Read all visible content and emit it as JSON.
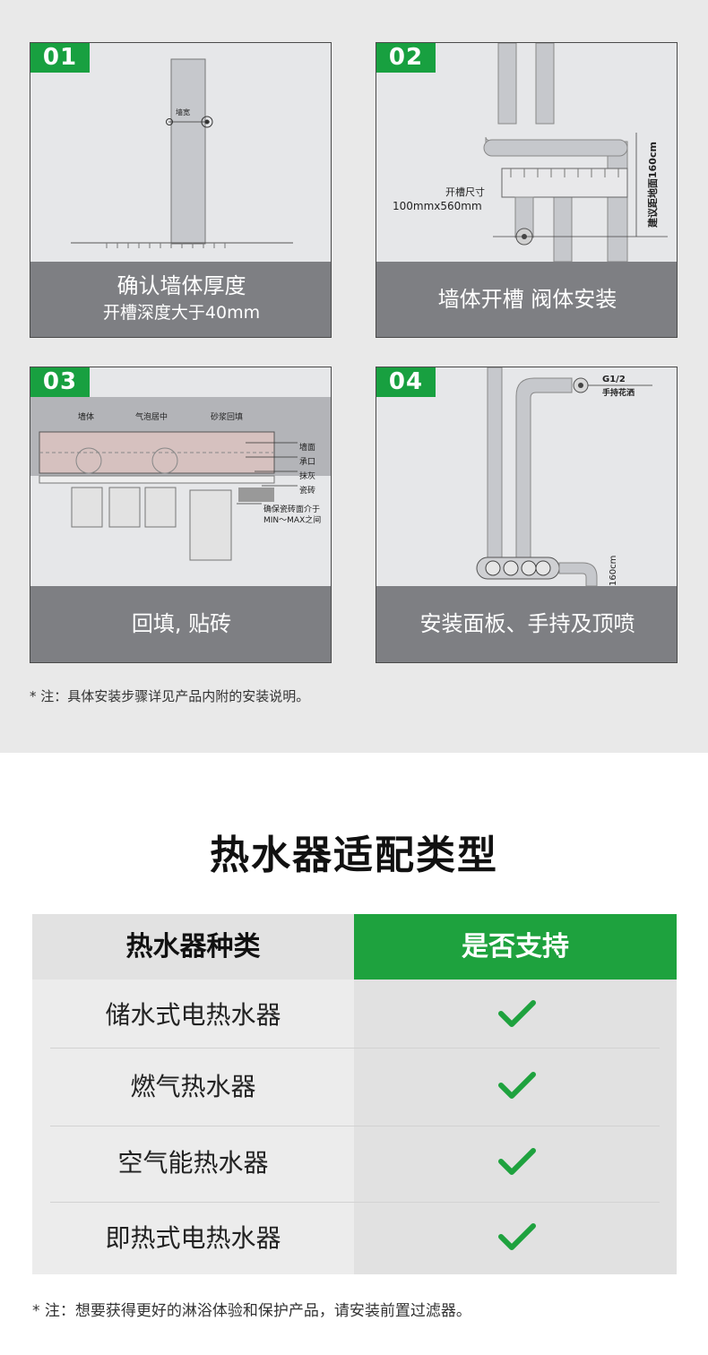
{
  "steps": [
    {
      "num": "01",
      "caption": "确认墙体厚度",
      "sub": "开槽深度大于40mm",
      "labels": {
        "wall": "墙宽"
      }
    },
    {
      "num": "02",
      "caption": "墙体开槽 阀体安装",
      "labels": {
        "slot_title": "开槽尺寸",
        "slot_size": "100mmx560mm",
        "height": "建议距地面160cm"
      }
    },
    {
      "num": "03",
      "caption": "回填, 贴砖",
      "labels": {
        "wall": "墙体",
        "center": "气泡居中",
        "mortar": "砂浆回填",
        "wall_face": "墙面",
        "socket": "承口",
        "plaster": "抹灰",
        "tile": "瓷砖",
        "ensure": "确保瓷砖面介于",
        "minmax": "MIN～MAX之间"
      }
    },
    {
      "num": "04",
      "caption": "安装面板、手持及顶喷",
      "labels": {
        "thread": "G1/2",
        "handheld": "手持花洒",
        "height": "160cm"
      }
    }
  ],
  "note_install": "* 注：具体安装步骤详见产品内附的安装说明。",
  "compat": {
    "title": "热水器适配类型",
    "header": {
      "type": "热水器种类",
      "support": "是否支持"
    },
    "rows": [
      {
        "name": "储水式电热水器",
        "supported": true
      },
      {
        "name": "燃气热水器",
        "supported": true
      },
      {
        "name": "空气能热水器",
        "supported": true
      },
      {
        "name": "即热式电热水器",
        "supported": true
      }
    ],
    "check_icon": "checkmark-icon",
    "check_color": "#1ea23e"
  },
  "note_filter": "* 注：想要获得更好的淋浴体验和保护产品，请安装前置过滤器。",
  "colors": {
    "brand_green": "#18a040",
    "caption_gray": "#7e7f83",
    "section_bg": "#e9e9e9"
  }
}
